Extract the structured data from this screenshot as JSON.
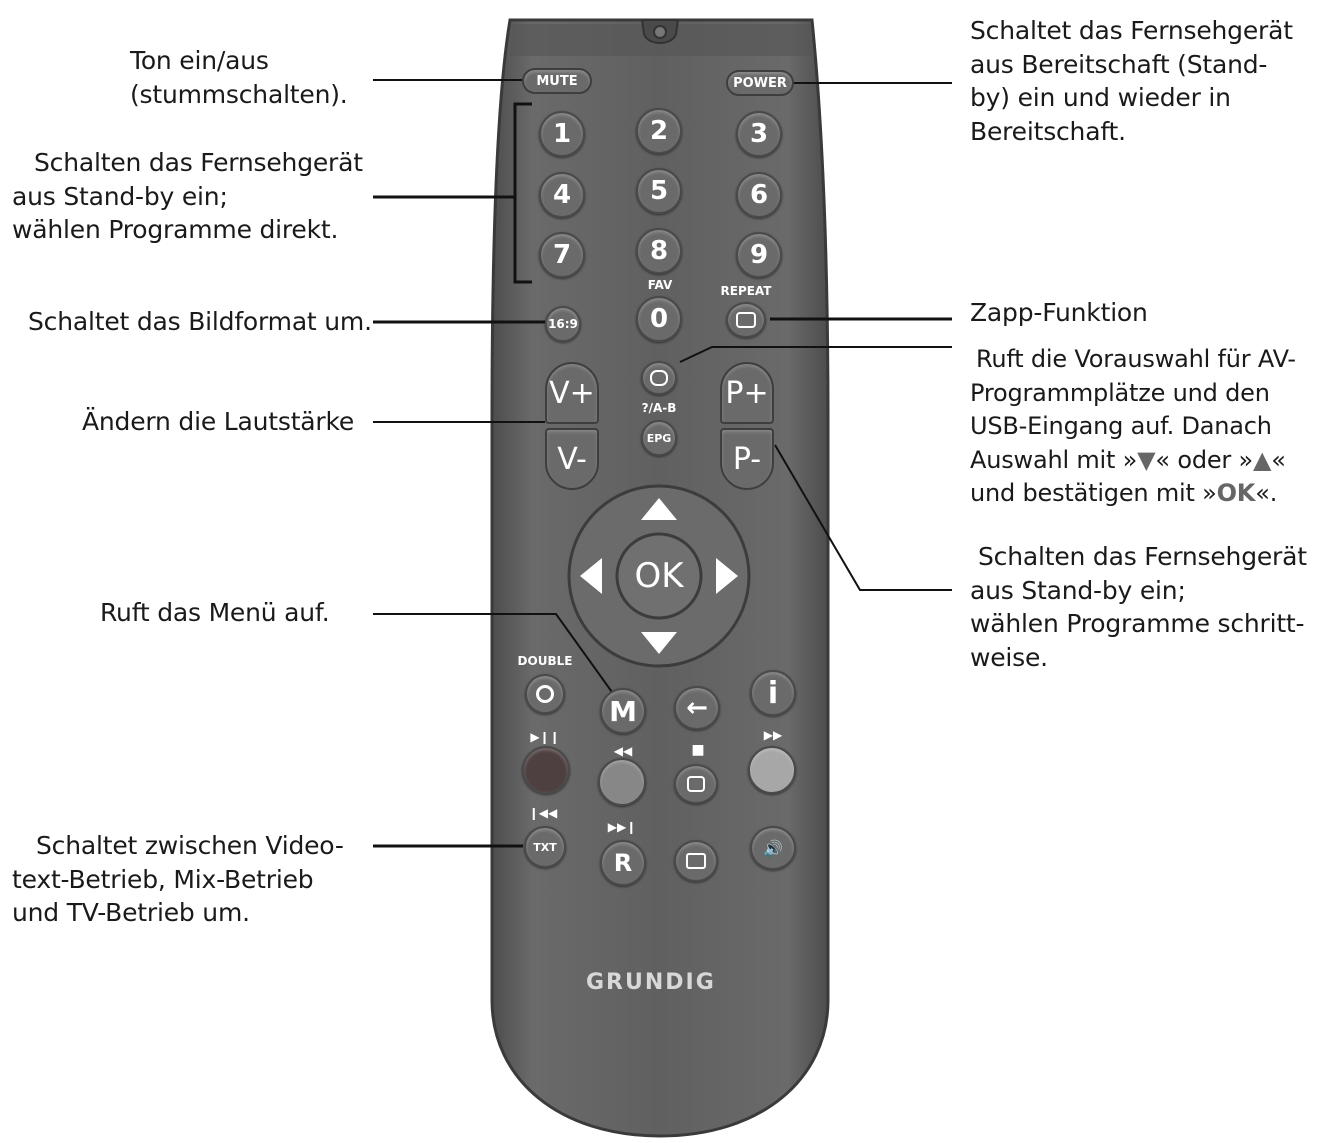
{
  "callouts": {
    "mute": [
      "Ton ein/aus",
      "(stummschalten)."
    ],
    "digits": [
      "Schalten das Fernsehgerät",
      "aus Stand-by ein;",
      "wählen Programme direkt."
    ],
    "format": [
      "Schaltet das Bildformat um."
    ],
    "volume": [
      "Ändern die Lautstärke"
    ],
    "menu": [
      "Ruft das Menü auf."
    ],
    "teletext": [
      "Schaltet zwischen Video-",
      "text-Betrieb, Mix-Betrieb",
      "und TV-Betrieb um."
    ],
    "power": [
      "Schaltet das Fernsehgerät",
      "aus Bereitschaft (Stand-",
      "by) ein und wieder in",
      "Bereitschaft."
    ],
    "zapp": [
      "Zapp-Funktion"
    ],
    "av_line1": "Ruft die Vorauswahl für AV-",
    "av_line2": "Programmplätze und den",
    "av_line3": "USB-Eingang auf. Danach",
    "av_line4_a": "Auswahl mit »",
    "av_line4_b": "▼",
    "av_line4_c": "« oder »",
    "av_line4_d": "▲",
    "av_line4_e": "«",
    "av_line5_a": "und bestätigen mit »",
    "av_line5_b": "OK",
    "av_line5_c": "«.",
    "program": [
      "Schalten das Fernsehgerät",
      "aus Stand-by ein;",
      "wählen Programme schritt-",
      "weise."
    ]
  },
  "remote": {
    "mute_label": "MUTE",
    "power_label": "POWER",
    "digits": [
      "1",
      "2",
      "3",
      "4",
      "5",
      "6",
      "7",
      "8",
      "9"
    ],
    "zero": "0",
    "fav": "FAV",
    "repeat": "REPEAT",
    "aspect": "16:9",
    "v_plus": "V+",
    "v_minus": "V-",
    "p_plus": "P+",
    "p_minus": "P-",
    "ab_label": "?/A-B",
    "epg": "EPG",
    "ok": "OK",
    "double": "DOUBLE",
    "m": "M",
    "i": "i",
    "txt": "TXT",
    "r": "R",
    "brand": "GRUNDIG"
  },
  "colors": {
    "body": "#5f5f5f",
    "accent": "#7a7a7a",
    "red": "#5a4a4a",
    "green": "#8a8a8a",
    "yellow": "#a6a6a6"
  }
}
